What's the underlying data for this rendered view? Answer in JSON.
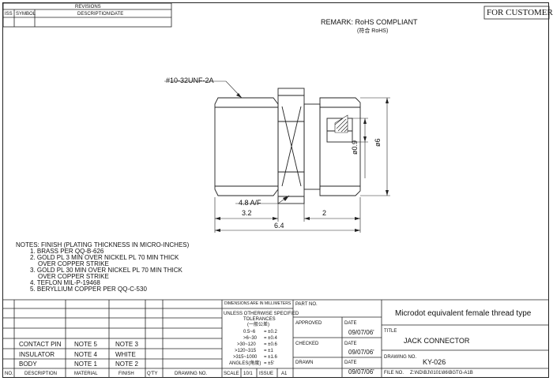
{
  "revisions": {
    "title": "REVISIONS",
    "col_iss": "ISS",
    "col_symbol": "SYMBOL",
    "col_desc": "DESCRIPTION\\DATE"
  },
  "stamp": "FOR CUSTOMER",
  "remark": {
    "line1": "REMARK: RoHS COMPLIANT",
    "line2": "(符合 RoHS)"
  },
  "drawing": {
    "thread_callout": "#10-32UNF-2A",
    "hex_callout": "4.8 A/F",
    "dim_3_2": "3.2",
    "dim_2": "2",
    "dim_6_4": "6.4",
    "dim_d09": "ø0.9",
    "dim_d6": "ø6"
  },
  "notes": [
    "NOTES: FINISH (PLATING THICKNESS IN MICRO-INCHES)",
    "1. BRASS PER QQ-B-626",
    "2. GOLD PL 3 MIN OVER NICKEL PL 70 MIN THICK",
    "OVER COPPER STRIKE",
    "3. GOLD PL 30 MIN OVER NICKEL PL 70 MIN THICK",
    "OVER COPPER STRIKE",
    "4. TEFLON MIL-P-19468",
    "5. BERYLLIUM COPPER PER QQ-C-530"
  ],
  "bom": {
    "headers": [
      "NO.",
      "DESCRIPTION",
      "MATERIAL",
      "FINISH",
      "Q'TY",
      "DRAWING NO."
    ],
    "rows": [
      {
        "desc": "CONTACT PIN",
        "material": "NOTE 5",
        "finish": "NOTE 3"
      },
      {
        "desc": "INSULATOR",
        "material": "NOTE 4",
        "finish": "WHITE"
      },
      {
        "desc": "BODY",
        "material": "NOTE 1",
        "finish": "NOTE 2"
      }
    ]
  },
  "tolerances": {
    "units": "DIMENSIONS ARE IN MILLIMETERS",
    "unless1": "UNLESS OTHERWISE SPECIFIED",
    "unless2": "TOLERANCES",
    "unless3": "(一般公差)",
    "rows": [
      {
        "range": "0.5~6",
        "tol": "= ±0.2"
      },
      {
        "range": ">6~30",
        "tol": "= ±0.4"
      },
      {
        "range": ">30~120",
        "tol": "= ±0.6"
      },
      {
        "range": ">120~315",
        "tol": "= ±1"
      },
      {
        "range": ">315~1000",
        "tol": "= ±1.6"
      },
      {
        "range": "ANGLES(角度)",
        "tol": "= ±5'"
      }
    ],
    "scale_label": "SCALE",
    "scale_value": "10/1",
    "issue_label": "ISSUE",
    "issue_value": "A1"
  },
  "title_block": {
    "part_no_label": "PART NO.",
    "part_desc": "Microdot equivalent female thread type",
    "approved_label": "APPROVED",
    "checked_label": "CHECKED",
    "drawn_label": "DRAWN",
    "date_label": "DATE",
    "date_value": "09/07/06'",
    "title_label": "TITLE",
    "title_value": "JACK CONNECTOR",
    "drawing_no_label": "DRAWING NO.",
    "drawing_no_value": "KY-026",
    "file_no_label": "FILE NO.",
    "file_no_value": "Z:\\ND\\BJ\\0101\\86\\BGTG-A1B"
  }
}
